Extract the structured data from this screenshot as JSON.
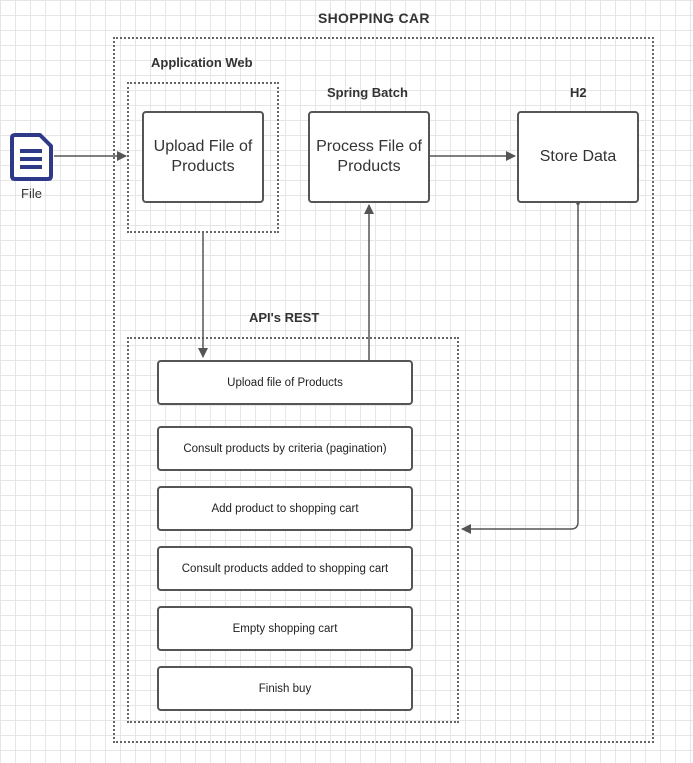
{
  "diagram": {
    "title": "SHOPPING CAR",
    "file_icon": {
      "icon": "document-icon",
      "label": "File",
      "color": "#2e3a87"
    },
    "groups": {
      "application_web": "Application Web",
      "spring_batch": "Spring Batch",
      "h2": "H2",
      "api_rest": "API's REST"
    },
    "nodes": {
      "upload_file": "Upload File of Products",
      "process_file": "Process File of Products",
      "store_data": "Store Data"
    },
    "api_endpoints": [
      "Upload file of Products",
      "Consult products by criteria (pagination)",
      "Add product to shopping cart",
      "Consult products added to shopping cart",
      "Empty shopping cart",
      "Finish buy"
    ]
  }
}
